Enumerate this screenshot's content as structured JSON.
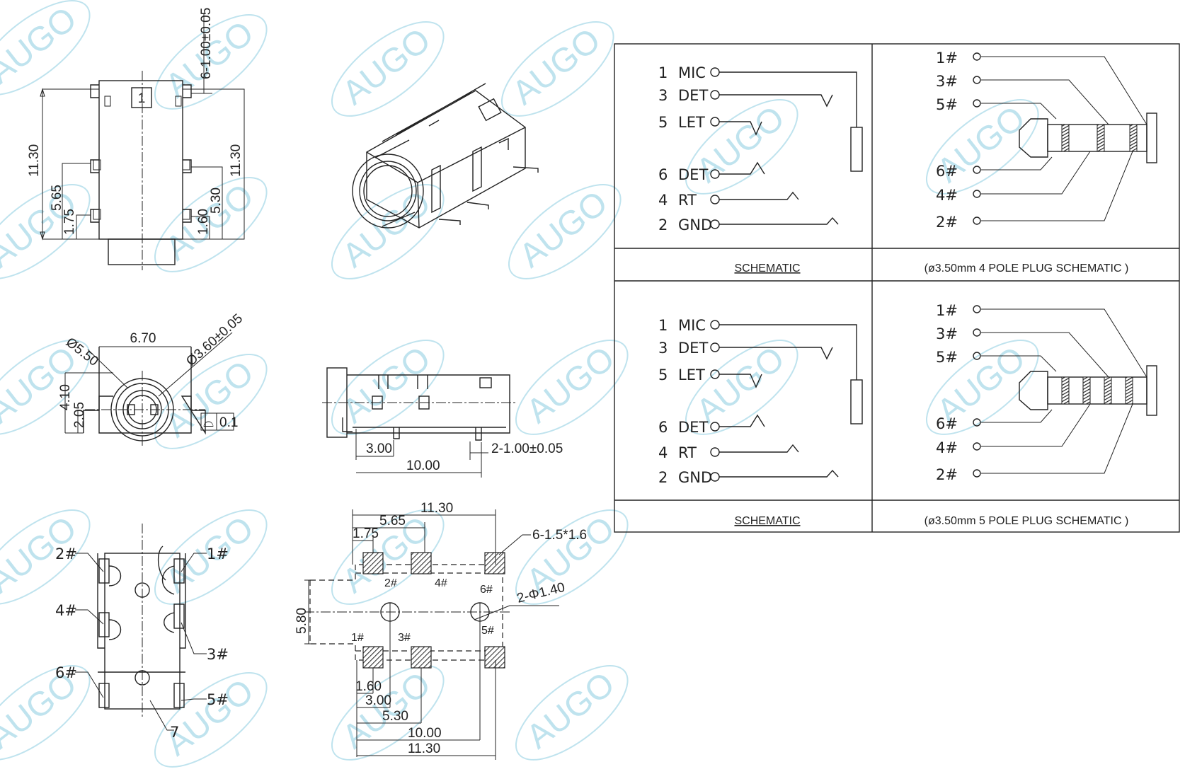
{
  "watermark": {
    "text": "AUGO",
    "color": "#bfe3ee"
  },
  "top_view": {
    "pin_label": "1",
    "dims": {
      "pitch": "6-1.00±0.05",
      "length_left": "11.30",
      "length_right": "11.30",
      "d565": "5.65",
      "d175": "1.75",
      "d530": "5.30",
      "d160": "1.60"
    }
  },
  "front_view": {
    "dims": {
      "width": "6.70",
      "outer_dia": "Ø5.50",
      "inner_dia": "Ø3.60±0.05",
      "height": "4.10",
      "center": "2.05"
    },
    "tolerance": {
      "symbol": "⌓",
      "value": "0.1"
    }
  },
  "side_view": {
    "dims": {
      "d300": "3.00",
      "d1000": "10.00",
      "pitch": "2-1.00±0.05"
    }
  },
  "bottom_view": {
    "labels": [
      "2#",
      "1#",
      "4#",
      "3#",
      "6#",
      "5#",
      "7"
    ]
  },
  "pcb_layout": {
    "dims": {
      "top1130": "11.30",
      "top565": "5.65",
      "top175": "1.75",
      "pads": "6-1.5*1.6",
      "holes": "2-Φ1.40",
      "height": "5.80",
      "b160": "1.60",
      "b300": "3.00",
      "b530": "5.30",
      "b1000": "10.00",
      "b1130": "11.30"
    },
    "pad_labels": [
      "2#",
      "4#",
      "6#",
      "1#",
      "3#",
      "5#"
    ]
  },
  "schematic_table": {
    "rows": [
      {
        "pins": [
          {
            "num": "1",
            "name": "MIC"
          },
          {
            "num": "3",
            "name": "DET"
          },
          {
            "num": "5",
            "name": "LET"
          },
          {
            "num": "6",
            "name": "DET"
          },
          {
            "num": "4",
            "name": "RT"
          },
          {
            "num": "2",
            "name": "GND"
          }
        ],
        "plug_labels": [
          "1#",
          "3#",
          "5#",
          "6#",
          "4#",
          "2#"
        ],
        "left_caption": "SCHEMATIC",
        "right_caption": "(ø3.50mm  4  POLE  PLUG  SCHEMATIC  )"
      },
      {
        "pins": [
          {
            "num": "1",
            "name": "MIC"
          },
          {
            "num": "3",
            "name": "DET"
          },
          {
            "num": "5",
            "name": "LET"
          },
          {
            "num": "6",
            "name": "DET"
          },
          {
            "num": "4",
            "name": "RT"
          },
          {
            "num": "2",
            "name": "GND"
          }
        ],
        "plug_labels": [
          "1#",
          "3#",
          "5#",
          "6#",
          "4#",
          "2#"
        ],
        "left_caption": "SCHEMATIC",
        "right_caption": "(ø3.50mm  5  POLE  PLUG  SCHEMATIC  )"
      }
    ]
  }
}
